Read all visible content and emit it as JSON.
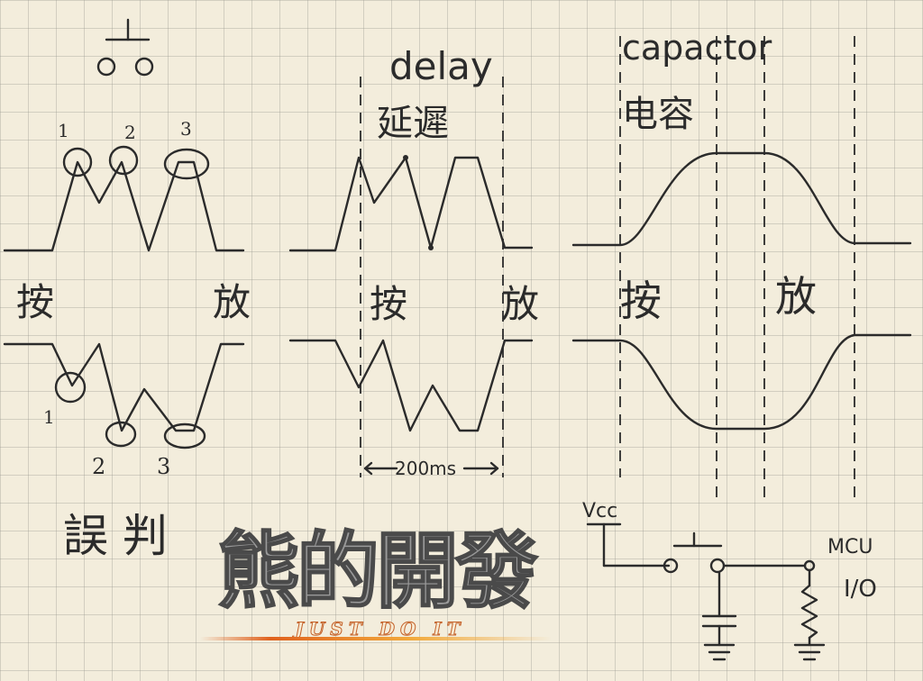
{
  "panels": {
    "bounce": {
      "pulse_numbers": [
        "1",
        "2",
        "3"
      ],
      "press_label": "按",
      "release_label": "放",
      "caption": "誤 判"
    },
    "delay": {
      "title": "delay",
      "title_zh": "延遲",
      "press_label": "按",
      "release_label": "放",
      "duration_label": "200ms"
    },
    "capacitor": {
      "title": "capactor",
      "title_zh": "电容",
      "press_label": "按",
      "release_label": "放"
    }
  },
  "circuit": {
    "supply_label": "Vcc",
    "mcu_label": "MCU",
    "io_label": "I/O"
  },
  "watermark": {
    "main_text": "熊的開發",
    "sub_text": "JUST DO IT"
  }
}
